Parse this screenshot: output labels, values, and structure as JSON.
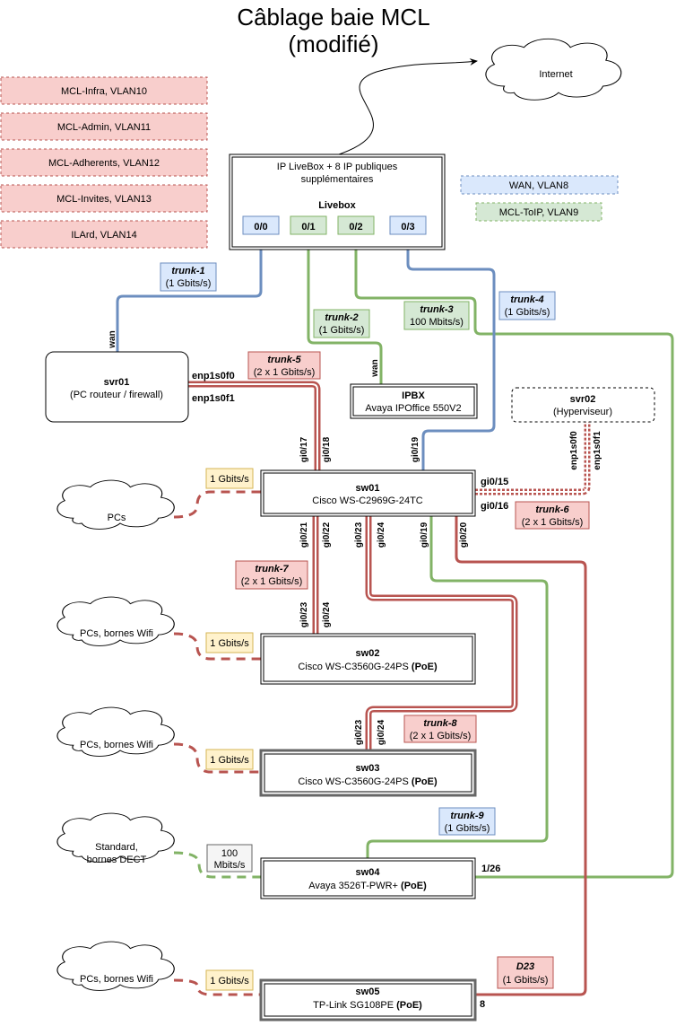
{
  "title": {
    "line1": "Câblage baie MCL",
    "line2": "(modifié)"
  },
  "colors": {
    "red_fill": "#f8cecc",
    "red_stroke": "#b85450",
    "blue_fill": "#dae8fc",
    "blue_stroke": "#6c8ebf",
    "green_fill": "#d5e8d4",
    "green_stroke": "#82b366",
    "yellow_fill": "#fff2cc",
    "yellow_stroke": "#d6b656",
    "grey_fill": "#f5f5f5",
    "grey_stroke": "#666666"
  },
  "legend": {
    "vlans": [
      "MCL-Infra, VLAN10",
      "MCL-Admin, VLAN11",
      "MCL-Adherents, VLAN12",
      "MCL-Invites, VLAN13",
      "ILArd, VLAN14"
    ],
    "wan": "WAN, VLAN8",
    "toip": "MCL-ToIP, VLAN9"
  },
  "internet": {
    "label": "Internet"
  },
  "livebox": {
    "line1": "IP LiveBox + 8 IP publiques",
    "line2": "supplémentaires",
    "name": "Livebox",
    "ports": [
      "0/0",
      "0/1",
      "0/2",
      "0/3"
    ]
  },
  "svr01": {
    "name": "svr01",
    "desc": "(PC routeur / firewall)",
    "wan": "wan",
    "nic0": "enp1s0f0",
    "nic1": "enp1s0f1"
  },
  "ipbx": {
    "name": "IPBX",
    "desc": "Avaya IPOffice 550V2",
    "wan": "wan"
  },
  "svr02": {
    "name": "svr02",
    "desc": "(Hyperviseur)",
    "nic0": "enp1s0f0",
    "nic1": "enp1s0f1"
  },
  "sw01": {
    "name": "sw01",
    "desc": "Cisco WS-C2969G-24TC",
    "ports_top": [
      "gi0/17",
      "gi0/18",
      "gi0/19"
    ],
    "ports_bottom": [
      "gi0/21",
      "gi0/22",
      "gi0/23",
      "gi0/24",
      "gi0/19",
      "gi0/20"
    ],
    "ports_right": [
      "gi0/15",
      "gi0/16"
    ]
  },
  "sw02": {
    "name": "sw02",
    "desc": "Cisco WS-C3560G-24PS",
    "poe": "(PoE)",
    "ports": [
      "gi0/23",
      "gi0/24"
    ]
  },
  "sw03": {
    "name": "sw03",
    "desc": "Cisco WS-C3560G-24PS",
    "poe": "(PoE)",
    "ports": [
      "gi0/23",
      "gi0/24"
    ]
  },
  "sw04": {
    "name": "sw04",
    "desc": "Avaya 3526T-PWR+",
    "poe": "(PoE)",
    "port": "1/26"
  },
  "sw05": {
    "name": "sw05",
    "desc": "TP-Link SG108PE",
    "poe": "(PoE)",
    "port": "8"
  },
  "trunks": {
    "t1": {
      "name": "trunk-1",
      "speed": "(1 Gbits/s)"
    },
    "t2": {
      "name": "trunk-2",
      "speed": "(1 Gbits/s)"
    },
    "t3": {
      "name": "trunk-3",
      "speed": "100 Mbits/s)"
    },
    "t4": {
      "name": "trunk-4",
      "speed": "(1 Gbits/s)"
    },
    "t5": {
      "name": "trunk-5",
      "speed": "(2 x 1 Gbits/s)"
    },
    "t6": {
      "name": "trunk-6",
      "speed": "(2 x 1 Gbits/s)"
    },
    "t7": {
      "name": "trunk-7",
      "speed": "(2 x 1 Gbits/s)"
    },
    "t8": {
      "name": "trunk-8",
      "speed": "(2 x 1 Gbits/s)"
    },
    "t9": {
      "name": "trunk-9",
      "speed": "(1 Gbits/s)"
    },
    "d23": {
      "name": "D23",
      "speed": "(1 Gbits/s)"
    }
  },
  "clouds": {
    "pcs": "PCs",
    "wifi1": "PCs, bornes Wifi",
    "wifi2": "PCs, bornes Wifi",
    "dect_line1": "Standard,",
    "dect_line2": "bornes DECT",
    "wifi3": "PCs, bornes Wifi"
  },
  "speeds": {
    "s1": "1 Gbits/s",
    "s2": "1 Gbits/s",
    "s3": "1 Gbits/s",
    "s4_line1": "100",
    "s4_line2": "Mbits/s",
    "s5": "1 Gbits/s"
  }
}
